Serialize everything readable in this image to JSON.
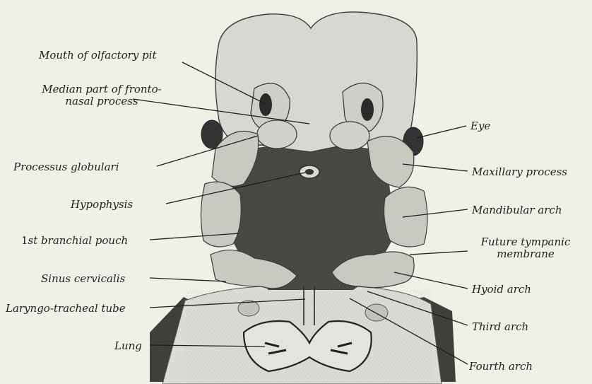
{
  "labels": {
    "mouth_olfactory_pit": "Mouth of olfactory pit",
    "median_part_line1": "Median part of fronto-",
    "median_part_line2": "nasal process",
    "processus_globulari": "Processus globulari",
    "hypophysis": "Hypophysis",
    "branchial_pouch_num": "1",
    "branchial_pouch_text": "st branchial pouch",
    "sinus_cervicalis": "Sinus cervicalis",
    "laryngo_tracheal_tube": "Laryngo-tracheal tube",
    "lung": "Lung",
    "eye": "Eye",
    "maxillary_process": "Maxillary process",
    "mandibular_arch": "Mandibular arch",
    "future_tympanic_line1": "Future tympanic",
    "future_tympanic_line2": "membrane",
    "hyoid_arch": "Hyoid arch",
    "third_arch": "Third arch",
    "fourth_arch": "Fourth arch"
  },
  "colors": {
    "background": "#f1f0e6",
    "head": "#d9d9d4",
    "mouth_cavity": "#4a4a46",
    "arch": "#c9c9c2",
    "body_dark": "#3f3f3c",
    "body_light": "#dcdcd6",
    "line": "#1e1e1e"
  }
}
